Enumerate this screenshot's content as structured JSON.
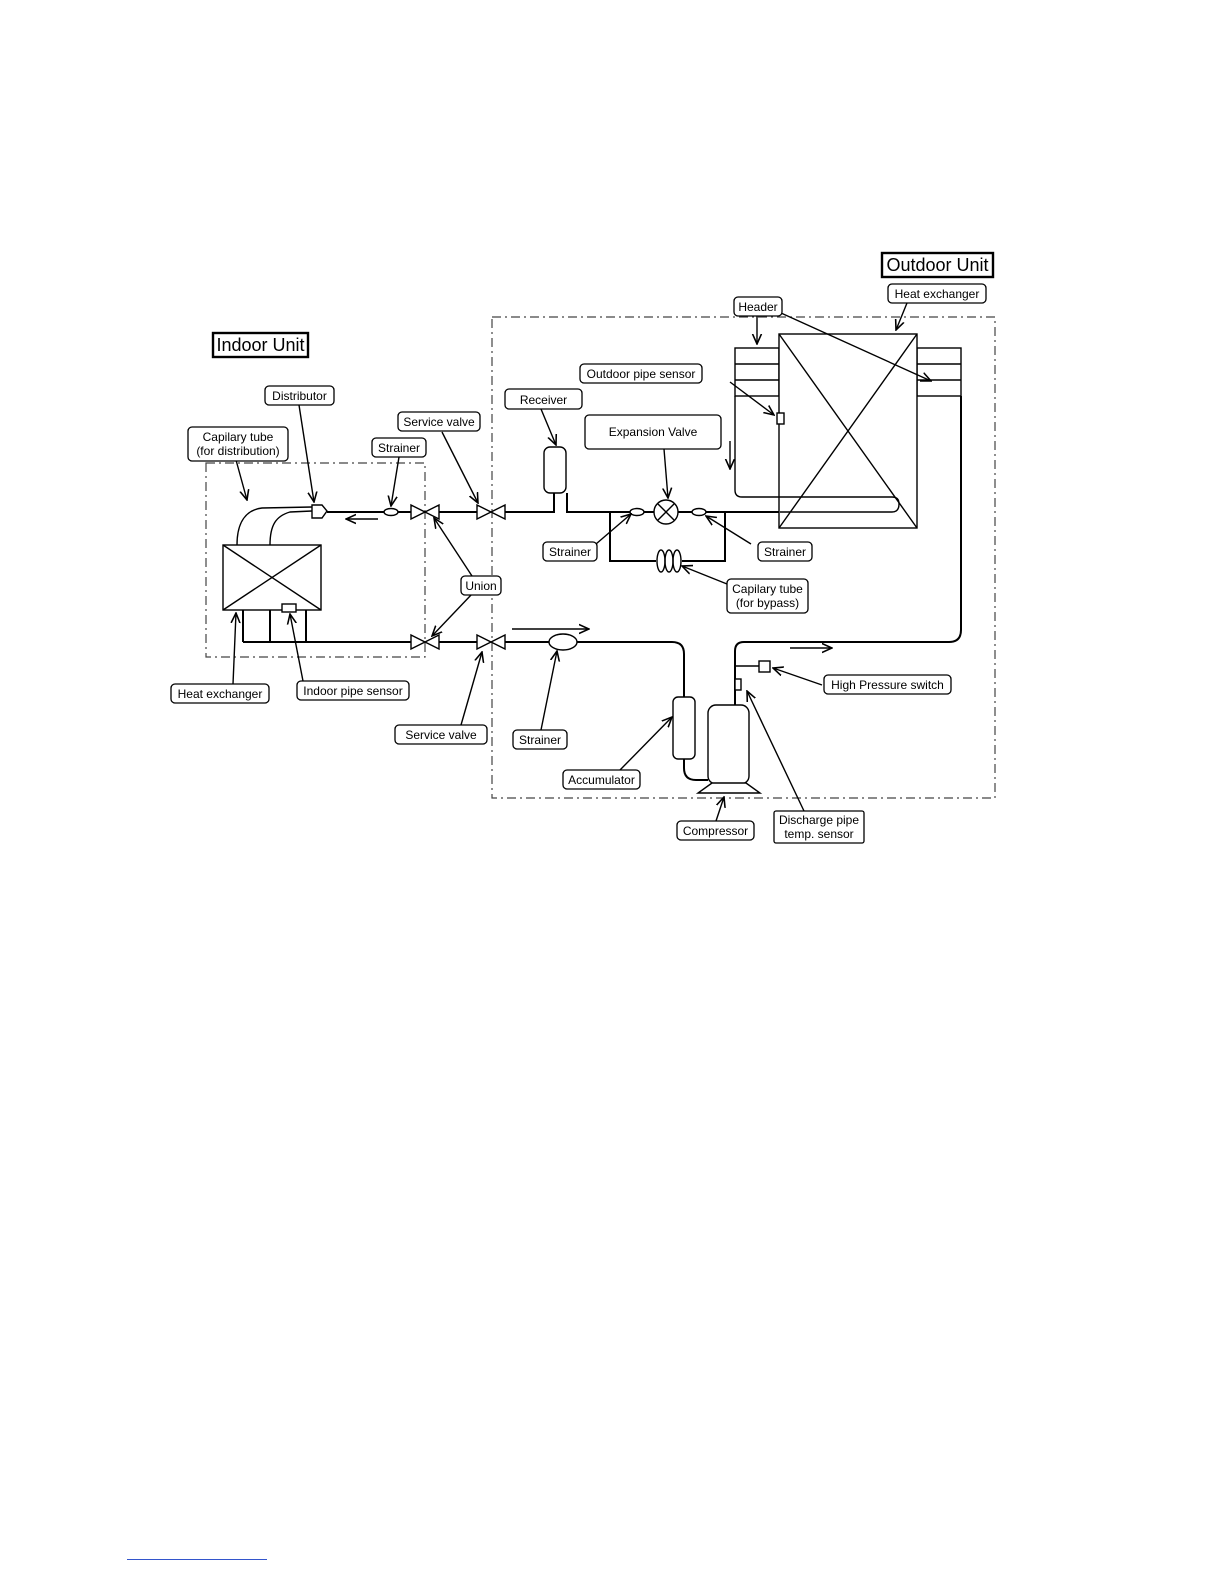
{
  "sections": {
    "indoor_unit": "Indoor Unit",
    "outdoor_unit": "Outdoor Unit"
  },
  "labels": {
    "distributor": "Distributor",
    "capillary_distribution_line1": "Capilary tube",
    "capillary_distribution_line2": "(for distribution)",
    "strainer_indoor": "Strainer",
    "service_valve_top": "Service valve",
    "union": "Union",
    "heat_exchanger_indoor": "Heat exchanger",
    "indoor_pipe_sensor": "Indoor pipe sensor",
    "service_valve_bottom": "Service valve",
    "receiver": "Receiver",
    "expansion_valve": "Expansion  Valve",
    "outdoor_pipe_sensor": "Outdoor pipe sensor",
    "header": "Header",
    "heat_exchanger_outdoor": "Heat exchanger",
    "strainer_left": "Strainer",
    "strainer_right": "Strainer",
    "capillary_bypass_line1": "Capilary tube",
    "capillary_bypass_line2": "(for bypass)",
    "high_pressure_switch": "High Pressure switch",
    "strainer_suction": "Strainer",
    "accumulator": "Accumulator",
    "compressor": "Compressor",
    "discharge_sensor_line1": "Discharge pipe",
    "discharge_sensor_line2": "temp. sensor"
  },
  "colors": {
    "line": "#000000",
    "background": "#ffffff",
    "footnote_rule": "#3355cc"
  }
}
